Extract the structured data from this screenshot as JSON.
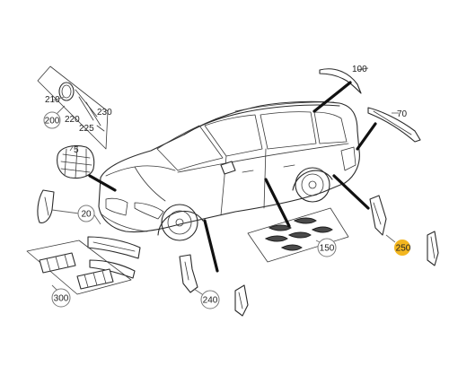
{
  "callouts": {
    "c100": "100",
    "c70": "70",
    "c5": "5",
    "c20": "20",
    "c210": "210",
    "c200": "200",
    "c220": "220",
    "c225": "225",
    "c230": "230",
    "c150": "150",
    "c240": "240",
    "c250": "250",
    "c300": "300"
  },
  "colors": {
    "highlight": "#f3b61f",
    "ink": "#2b2b2b"
  }
}
